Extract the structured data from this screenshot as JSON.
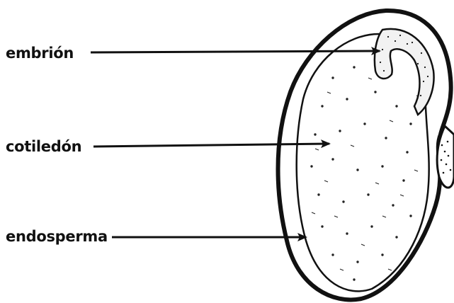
{
  "labels": {
    "embrion": "embrión",
    "cotiledon": "cotiledón",
    "endosperma": "endosperma"
  },
  "colors": {
    "ink": "#111111",
    "background": "#ffffff"
  }
}
